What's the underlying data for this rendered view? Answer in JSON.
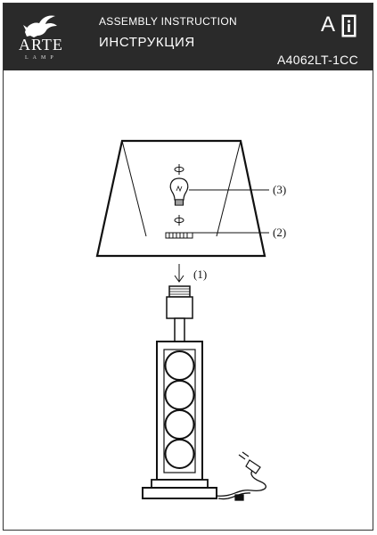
{
  "header": {
    "brand": "ARTE",
    "brand_sub": "LAMP",
    "title_en": "ASSEMBLY INSTRUCTION",
    "title_ru": "ИНСТРУКЦИЯ",
    "badge": "A",
    "model": "A4062LT-1CC"
  },
  "callouts": {
    "c1": "(1)",
    "c2": "(2)",
    "c3": "(3)"
  },
  "icons": {
    "logo": "griffin-logo",
    "info": "info-book-icon",
    "bulb": "light-bulb-icon"
  }
}
